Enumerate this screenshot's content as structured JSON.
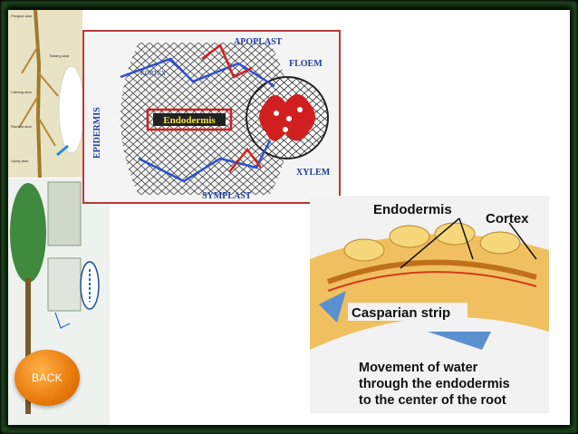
{
  "root_photo": {
    "labels": [
      "Pangkal akar",
      "Batang akar",
      "Cabang akar",
      "Rambut akar",
      "Ujung akar"
    ]
  },
  "diagram": {
    "apoplast": "APOPLAST",
    "kortex": "KORTEX",
    "floem": "FLOEM",
    "epidermis": "EPIDERMIS",
    "endodermis": "Endodermis",
    "xylem": "XYLEM",
    "symplast": "SYMPLAST"
  },
  "casparian": {
    "endodermis": "Endodermis",
    "cortex": "Cortex",
    "strip": "Casparian strip",
    "caption_line1": "Movement of water",
    "caption_line2": "through the endodermis",
    "caption_line3": "to the center of the root"
  },
  "back_button": {
    "label": "BACK"
  },
  "colors": {
    "accent": "#e8790a",
    "apoplast_line": "#d11f1f",
    "symplast_line": "#2b4fd1"
  }
}
